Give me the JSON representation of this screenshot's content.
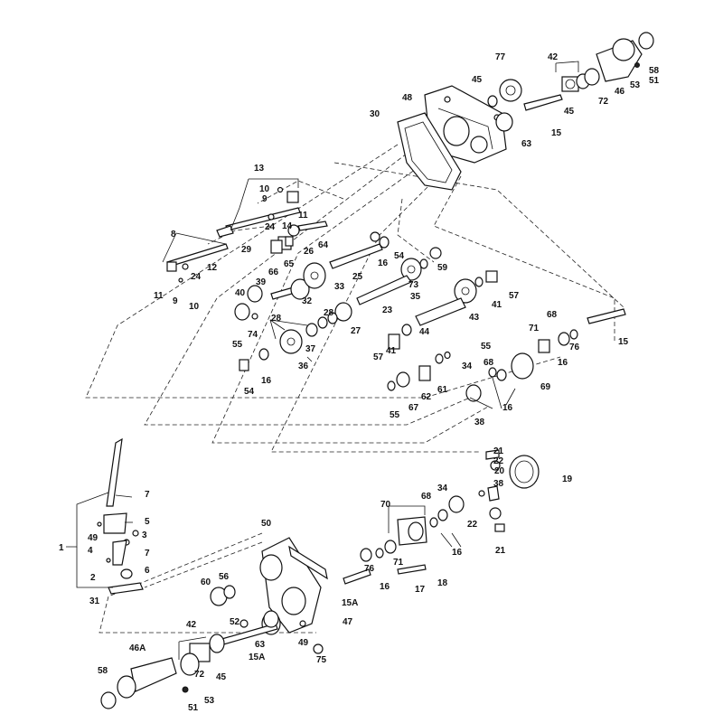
{
  "labels": [
    {
      "id": "77",
      "text": "77"
    },
    {
      "id": "42a",
      "text": "42"
    },
    {
      "id": "58a",
      "text": "58"
    },
    {
      "id": "45a",
      "text": "45"
    },
    {
      "id": "48",
      "text": "48"
    },
    {
      "id": "45b",
      "text": "45"
    },
    {
      "id": "72a",
      "text": "72"
    },
    {
      "id": "46",
      "text": "46"
    },
    {
      "id": "53a",
      "text": "53"
    },
    {
      "id": "51a",
      "text": "51"
    },
    {
      "id": "30",
      "text": "30"
    },
    {
      "id": "63a",
      "text": "63"
    },
    {
      "id": "15a",
      "text": "15"
    },
    {
      "id": "13",
      "text": "13"
    },
    {
      "id": "10a",
      "text": "10"
    },
    {
      "id": "9a",
      "text": "9"
    },
    {
      "id": "11a",
      "text": "11"
    },
    {
      "id": "14",
      "text": "14"
    },
    {
      "id": "24a",
      "text": "24"
    },
    {
      "id": "29",
      "text": "29"
    },
    {
      "id": "64",
      "text": "64"
    },
    {
      "id": "8",
      "text": "8"
    },
    {
      "id": "26",
      "text": "26"
    },
    {
      "id": "54a",
      "text": "54"
    },
    {
      "id": "12",
      "text": "12"
    },
    {
      "id": "65",
      "text": "65"
    },
    {
      "id": "16a",
      "text": "16"
    },
    {
      "id": "59",
      "text": "59"
    },
    {
      "id": "66",
      "text": "66"
    },
    {
      "id": "24b",
      "text": "24"
    },
    {
      "id": "11b",
      "text": "11"
    },
    {
      "id": "9b",
      "text": "9"
    },
    {
      "id": "10b",
      "text": "10"
    },
    {
      "id": "25",
      "text": "25"
    },
    {
      "id": "73",
      "text": "73"
    },
    {
      "id": "39",
      "text": "39"
    },
    {
      "id": "33",
      "text": "33"
    },
    {
      "id": "40",
      "text": "40"
    },
    {
      "id": "32",
      "text": "32"
    },
    {
      "id": "35",
      "text": "35"
    },
    {
      "id": "57a",
      "text": "57"
    },
    {
      "id": "41a",
      "text": "41"
    },
    {
      "id": "23",
      "text": "23"
    },
    {
      "id": "28a",
      "text": "28"
    },
    {
      "id": "28b",
      "text": "28"
    },
    {
      "id": "43",
      "text": "43"
    },
    {
      "id": "55a",
      "text": "55"
    },
    {
      "id": "74",
      "text": "74"
    },
    {
      "id": "37",
      "text": "37"
    },
    {
      "id": "27",
      "text": "27"
    },
    {
      "id": "44",
      "text": "44"
    },
    {
      "id": "68a",
      "text": "68"
    },
    {
      "id": "71a",
      "text": "71"
    },
    {
      "id": "15b",
      "text": "15"
    },
    {
      "id": "55b",
      "text": "55"
    },
    {
      "id": "41b",
      "text": "41"
    },
    {
      "id": "57b",
      "text": "57"
    },
    {
      "id": "76a",
      "text": "76"
    },
    {
      "id": "36",
      "text": "36"
    },
    {
      "id": "54b",
      "text": "54"
    },
    {
      "id": "16b",
      "text": "16"
    },
    {
      "id": "34a",
      "text": "34"
    },
    {
      "id": "68b",
      "text": "68"
    },
    {
      "id": "16c",
      "text": "16"
    },
    {
      "id": "62",
      "text": "62"
    },
    {
      "id": "61",
      "text": "61"
    },
    {
      "id": "69",
      "text": "69"
    },
    {
      "id": "55c",
      "text": "55"
    },
    {
      "id": "67",
      "text": "67"
    },
    {
      "id": "16d",
      "text": "16"
    },
    {
      "id": "38a",
      "text": "38"
    },
    {
      "id": "21a",
      "text": "21"
    },
    {
      "id": "22a",
      "text": "22"
    },
    {
      "id": "19",
      "text": "19"
    },
    {
      "id": "20",
      "text": "20"
    },
    {
      "id": "7a",
      "text": "7"
    },
    {
      "id": "70",
      "text": "70"
    },
    {
      "id": "34b",
      "text": "34"
    },
    {
      "id": "38b",
      "text": "38"
    },
    {
      "id": "5",
      "text": "5"
    },
    {
      "id": "49a",
      "text": "49"
    },
    {
      "id": "50",
      "text": "50"
    },
    {
      "id": "3",
      "text": "3"
    },
    {
      "id": "68c",
      "text": "68"
    },
    {
      "id": "22b",
      "text": "22"
    },
    {
      "id": "1",
      "text": "1"
    },
    {
      "id": "4",
      "text": "4"
    },
    {
      "id": "7b",
      "text": "7"
    },
    {
      "id": "16e",
      "text": "16"
    },
    {
      "id": "21b",
      "text": "21"
    },
    {
      "id": "6",
      "text": "6"
    },
    {
      "id": "71b",
      "text": "71"
    },
    {
      "id": "2",
      "text": "2"
    },
    {
      "id": "76b",
      "text": "76"
    },
    {
      "id": "18",
      "text": "18"
    },
    {
      "id": "60",
      "text": "60"
    },
    {
      "id": "56",
      "text": "56"
    },
    {
      "id": "16f",
      "text": "16"
    },
    {
      "id": "17",
      "text": "17"
    },
    {
      "id": "31",
      "text": "31"
    },
    {
      "id": "15Aa",
      "text": "15A"
    },
    {
      "id": "42b",
      "text": "42"
    },
    {
      "id": "52",
      "text": "52"
    },
    {
      "id": "47",
      "text": "47"
    },
    {
      "id": "46A",
      "text": "46A"
    },
    {
      "id": "63b",
      "text": "63"
    },
    {
      "id": "49b",
      "text": "49"
    },
    {
      "id": "15Ab",
      "text": "15A"
    },
    {
      "id": "58b",
      "text": "58"
    },
    {
      "id": "75",
      "text": "75"
    },
    {
      "id": "72b",
      "text": "72"
    },
    {
      "id": "45c",
      "text": "45"
    },
    {
      "id": "53b",
      "text": "53"
    },
    {
      "id": "51b",
      "text": "51"
    }
  ]
}
